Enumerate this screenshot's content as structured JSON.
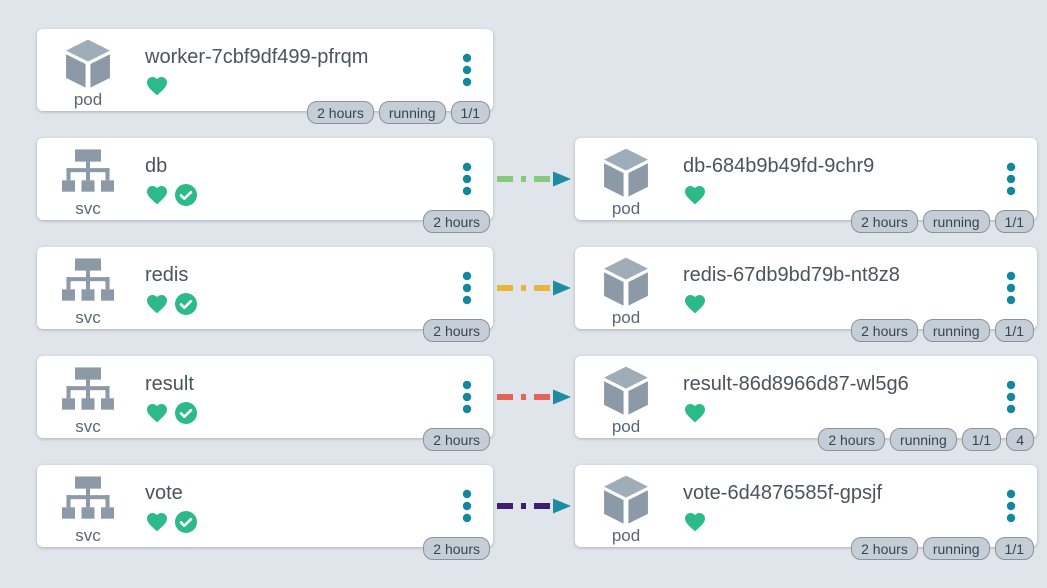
{
  "app": {
    "name": "kubernetes resource map"
  },
  "colors": {
    "background": "#dfe5ea",
    "card_bg": "#ffffff",
    "title_text": "#49545c",
    "kind_text": "#5b6872",
    "badge_bg": "#c5ced6",
    "badge_border": "#8a939c",
    "badge_text": "#37454f",
    "health_green": "#2cba89",
    "menu_teal": "#12889e",
    "arrowhead_teal": "#1d8ba1",
    "icon_gray": "#8c99a6"
  },
  "icons": {
    "pod": "cube-3d-icon",
    "svc": "tree-hierarchy-icon",
    "health": "heart-icon",
    "ok": "check-circle-icon",
    "menu": "kebab-vertical-dots-icon",
    "edge_end": "triangle-arrowhead-icon"
  },
  "nodes": [
    {
      "id": "worker-pod",
      "kind": "pod",
      "title": "worker-7cbf9df499-pfrqm",
      "health": [
        "heart"
      ],
      "badges": [
        "2 hours",
        "running",
        "1/1"
      ],
      "column": "left",
      "row": 0
    },
    {
      "id": "db-svc",
      "kind": "svc",
      "title": "db",
      "health": [
        "heart",
        "check"
      ],
      "badges": [
        "2 hours"
      ],
      "column": "left",
      "row": 1
    },
    {
      "id": "db-pod",
      "kind": "pod",
      "title": "db-684b9b49fd-9chr9",
      "health": [
        "heart"
      ],
      "badges": [
        "2 hours",
        "running",
        "1/1"
      ],
      "column": "right",
      "row": 1
    },
    {
      "id": "redis-svc",
      "kind": "svc",
      "title": "redis",
      "health": [
        "heart",
        "check"
      ],
      "badges": [
        "2 hours"
      ],
      "column": "left",
      "row": 2
    },
    {
      "id": "redis-pod",
      "kind": "pod",
      "title": "redis-67db9bd79b-nt8z8",
      "health": [
        "heart"
      ],
      "badges": [
        "2 hours",
        "running",
        "1/1"
      ],
      "column": "right",
      "row": 2
    },
    {
      "id": "result-svc",
      "kind": "svc",
      "title": "result",
      "health": [
        "heart",
        "check"
      ],
      "badges": [
        "2 hours"
      ],
      "column": "left",
      "row": 3
    },
    {
      "id": "result-pod",
      "kind": "pod",
      "title": "result-86d8966d87-wl5g6",
      "health": [
        "heart"
      ],
      "badges": [
        "2 hours",
        "running",
        "1/1",
        "4"
      ],
      "column": "right",
      "row": 3
    },
    {
      "id": "vote-svc",
      "kind": "svc",
      "title": "vote",
      "health": [
        "heart",
        "check"
      ],
      "badges": [
        "2 hours"
      ],
      "column": "left",
      "row": 4
    },
    {
      "id": "vote-pod",
      "kind": "pod",
      "title": "vote-6d4876585f-gpsjf",
      "health": [
        "heart"
      ],
      "badges": [
        "2 hours",
        "running",
        "1/1"
      ],
      "column": "right",
      "row": 4
    }
  ],
  "edges": [
    {
      "from": "db-svc",
      "to": "db-pod",
      "row": 1,
      "color": "#85c97d"
    },
    {
      "from": "redis-svc",
      "to": "redis-pod",
      "row": 2,
      "color": "#e6b73c"
    },
    {
      "from": "result-svc",
      "to": "result-pod",
      "row": 3,
      "color": "#e4635a"
    },
    {
      "from": "vote-svc",
      "to": "vote-pod",
      "row": 4,
      "color": "#3f1d6e"
    }
  ]
}
